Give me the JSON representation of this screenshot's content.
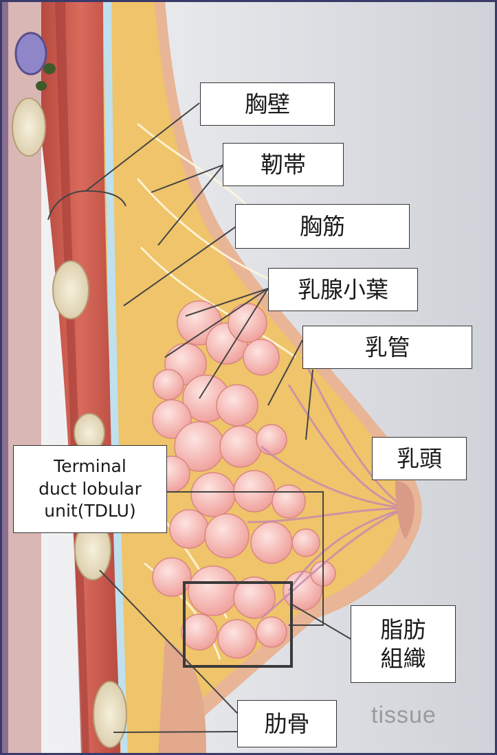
{
  "labels": {
    "chest_wall": "胸壁",
    "ligaments": "靭帯",
    "pectoralis_muscle": "胸筋",
    "lobules": "乳腺小葉",
    "ducts": "乳管",
    "nipple": "乳頭",
    "tdlu": "Terminal\nduct lobular\nunit(TDLU)",
    "fatty_tissue": "脂肪\n組織",
    "ribs": "肋骨"
  },
  "background_text": "tissue",
  "colors": {
    "frame": "#3a3a6a",
    "label_border": "#333333",
    "leader_line": "#444444",
    "fat": "#efc46a",
    "lobule": "#f7b7b3",
    "muscle": "#c9584c",
    "skin": "#e8b596",
    "ribs": "#ece3c9"
  }
}
